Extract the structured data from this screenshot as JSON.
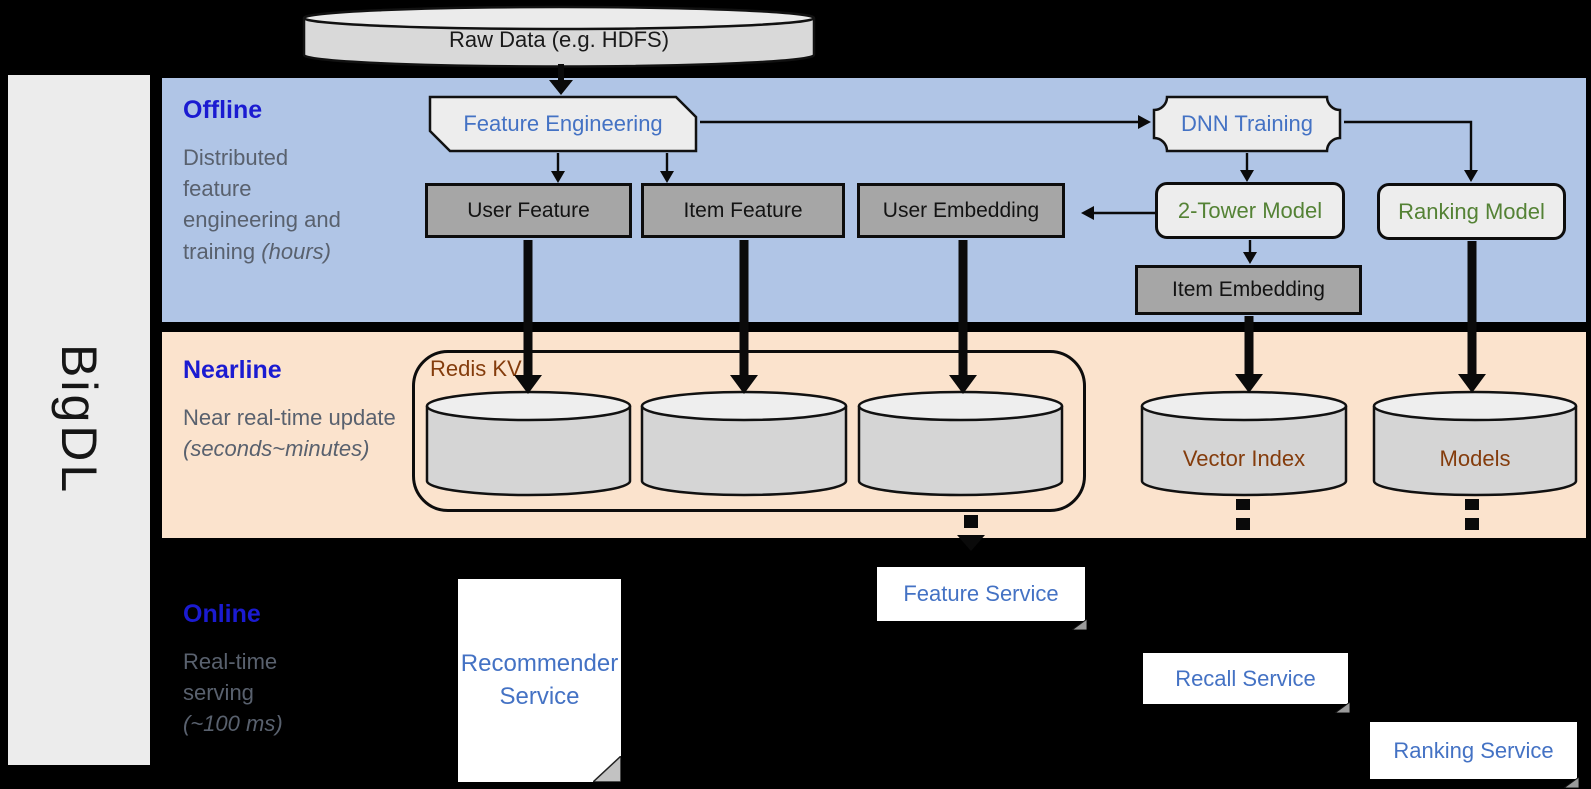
{
  "theme": {
    "background": "#000000",
    "sidebar_bg": "#ececec",
    "offline_band": "#b0c5e6",
    "nearline_band": "#fbe3cd",
    "band_label_blue": "#1b1bd1",
    "desc_gray": "#59616e",
    "node_blue": "#4472c4",
    "node_green": "#548235",
    "store_brown": "#843c0c",
    "box_gray": "#a6a6a6",
    "box_light": "#ededed",
    "cylinder_body": "#d5d5d5",
    "cylinder_top": "#eeeeee"
  },
  "sidebar": {
    "brand": "BigDL"
  },
  "bands": {
    "offline": {
      "title": "Offline",
      "description": "Distributed feature engineering and training ",
      "duration": "(hours)"
    },
    "nearline": {
      "title": "Nearline",
      "description": "Near real-time update ",
      "duration": "(seconds~minutes)"
    },
    "online": {
      "title": "Online",
      "description": "Real-time serving ",
      "duration": "(~100 ms)"
    }
  },
  "datastores": {
    "raw_data": "Raw Data (e.g. HDFS)",
    "redis_kv": "Redis KV",
    "vector_index": "Vector Index",
    "models": "Models"
  },
  "nodes": {
    "feature_engineering": "Feature Engineering",
    "dnn_training": "DNN Training",
    "user_feature": "User Feature",
    "item_feature": "Item Feature",
    "user_embedding": "User Embedding",
    "two_tower_model": "2-Tower Model",
    "ranking_model": "Ranking Model",
    "item_embedding": "Item Embedding"
  },
  "services": {
    "recommender": "Recommender Service",
    "feature": "Feature Service",
    "recall": "Recall Service",
    "ranking": "Ranking Service"
  }
}
